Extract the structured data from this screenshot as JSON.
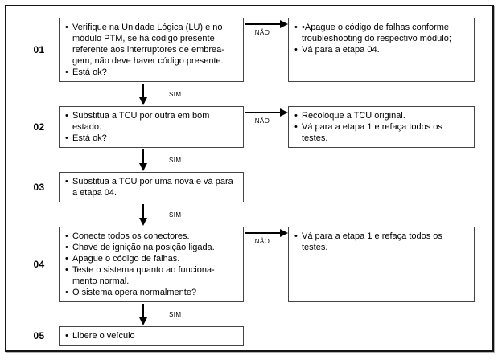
{
  "diagram": {
    "yes_label": "SIM",
    "no_label": "NÃO",
    "rows": [
      {
        "step": "01",
        "box": {
          "items": [
            "Verifique na Unidade Lógica (LU) e no módulo PTM, se há código presente referente aos interruptores de embrea-gem, não deve haver código presente.",
            "Está ok?"
          ]
        },
        "no_branch": {
          "items": [
            "•Apague o código de falhas conforme troubleshooting do respectivo módulo;",
            "Vá para a etapa 04."
          ]
        },
        "yes_connector": true
      },
      {
        "step": "02",
        "box": {
          "items": [
            "Substitua a TCU por outra em bom estado.",
            "Está ok?"
          ]
        },
        "no_branch": {
          "items": [
            "Recoloque a TCU original.",
            "Vá para a etapa 1 e refaça todos os testes."
          ]
        },
        "yes_connector": true
      },
      {
        "step": "03",
        "box": {
          "items": [
            "Substitua a TCU por uma nova e vá para a etapa 04."
          ]
        },
        "no_branch": null,
        "yes_connector": true
      },
      {
        "step": "04",
        "box": {
          "items": [
            "Conecte todos os conectores.",
            "Chave de ignição na posição ligada.",
            "Apague o código de falhas.",
            "Teste o sistema quanto ao funciona-mento normal.",
            "O sistema opera normalmente?"
          ]
        },
        "no_branch": {
          "items": [
            "Vá para a etapa 1 e refaça todos os testes."
          ]
        },
        "yes_connector": true
      },
      {
        "step": "05",
        "box": {
          "items": [
            "Libere o veículo"
          ]
        },
        "no_branch": null,
        "yes_connector": false
      }
    ]
  }
}
